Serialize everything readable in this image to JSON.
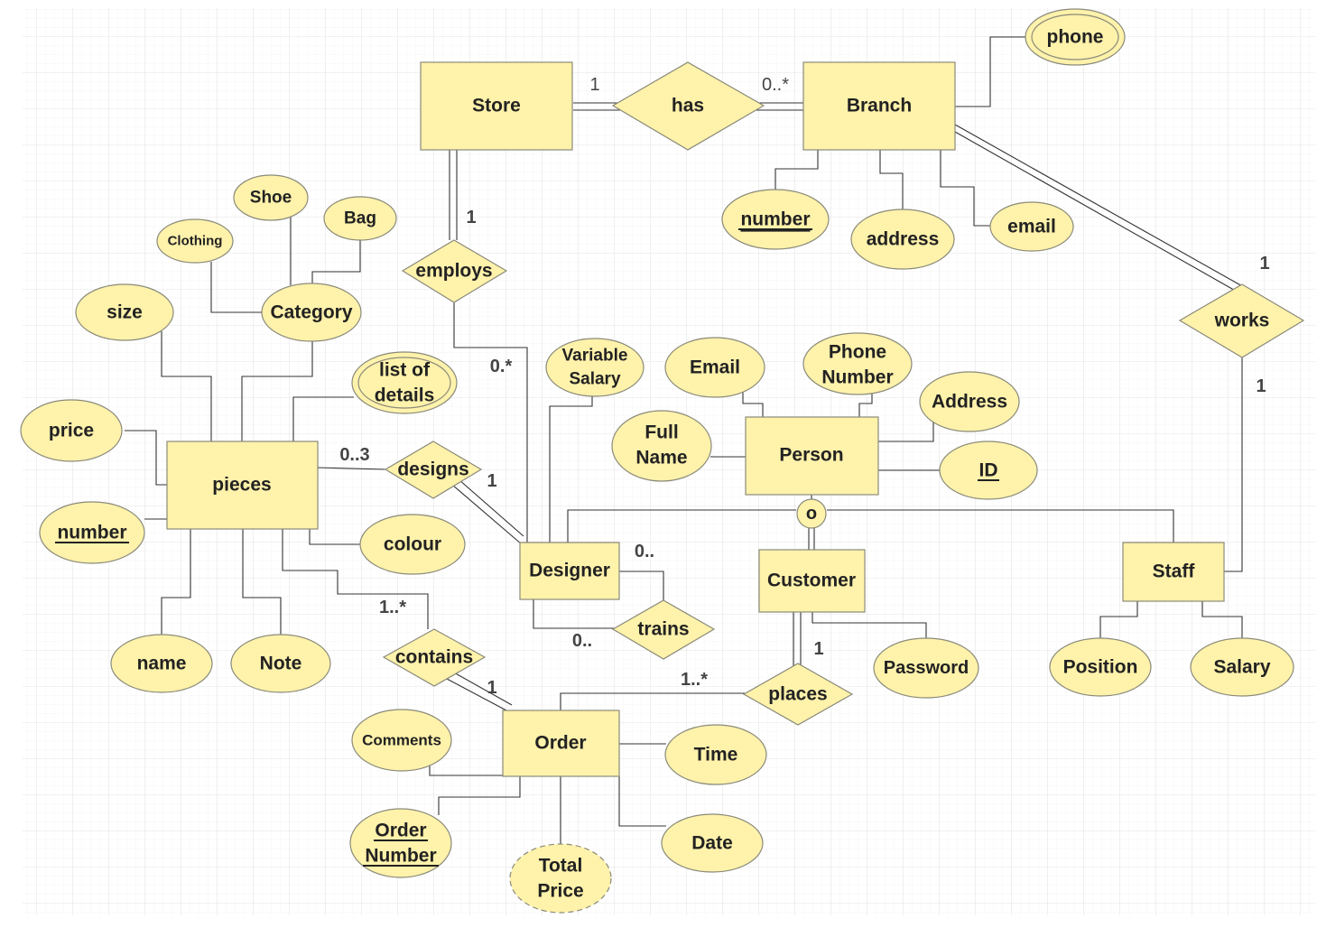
{
  "diagram": {
    "entities": {
      "store": "Store",
      "branch": "Branch",
      "pieces": "pieces",
      "person": "Person",
      "designer": "Designer",
      "customer": "Customer",
      "staff": "Staff",
      "order": "Order"
    },
    "relationships": {
      "has": "has",
      "employs": "employs",
      "works": "works",
      "designs": "designs",
      "trains": "trains",
      "contains": "contains",
      "places": "places"
    },
    "attributes": {
      "phone": "phone",
      "branch_number": "number",
      "address": "address",
      "email": "email",
      "shoe": "Shoe",
      "bag": "Bag",
      "clothing": "Clothing",
      "category": "Category",
      "size": "size",
      "list_of_details": [
        "list of",
        "details"
      ],
      "price": "price",
      "piece_number": "number",
      "colour": "colour",
      "name": "name",
      "note": "Note",
      "variable_salary": [
        "Variable",
        "Salary"
      ],
      "person_email": "Email",
      "phone_number": [
        "Phone",
        "Number"
      ],
      "person_address": "Address",
      "full_name": [
        "Full",
        "Name"
      ],
      "id": "ID",
      "password": "Password",
      "position": "Position",
      "salary": "Salary",
      "comments": "Comments",
      "time": "Time",
      "date": "Date",
      "order_number": [
        "Order",
        "Number"
      ],
      "total_price": [
        "Total",
        "Price"
      ]
    },
    "specialization_symbol": "o",
    "cardinalities": {
      "store_has": "1",
      "branch_has": "0..*",
      "store_employs": "1",
      "employs_designer": "0.*",
      "branch_works": "1",
      "works_staff": "1",
      "pieces_designs": "0..3",
      "designs_designer": "1",
      "designer_trains_top": "0..",
      "designer_trains_bottom": "0..",
      "pieces_contains": "1..*",
      "contains_order": "1",
      "customer_places": "1",
      "places_order": "1..*"
    },
    "colors": {
      "fill": "#fff2ab",
      "stroke": "#8a8a7a",
      "line": "#333333",
      "grid": "#e6e6e6"
    }
  }
}
